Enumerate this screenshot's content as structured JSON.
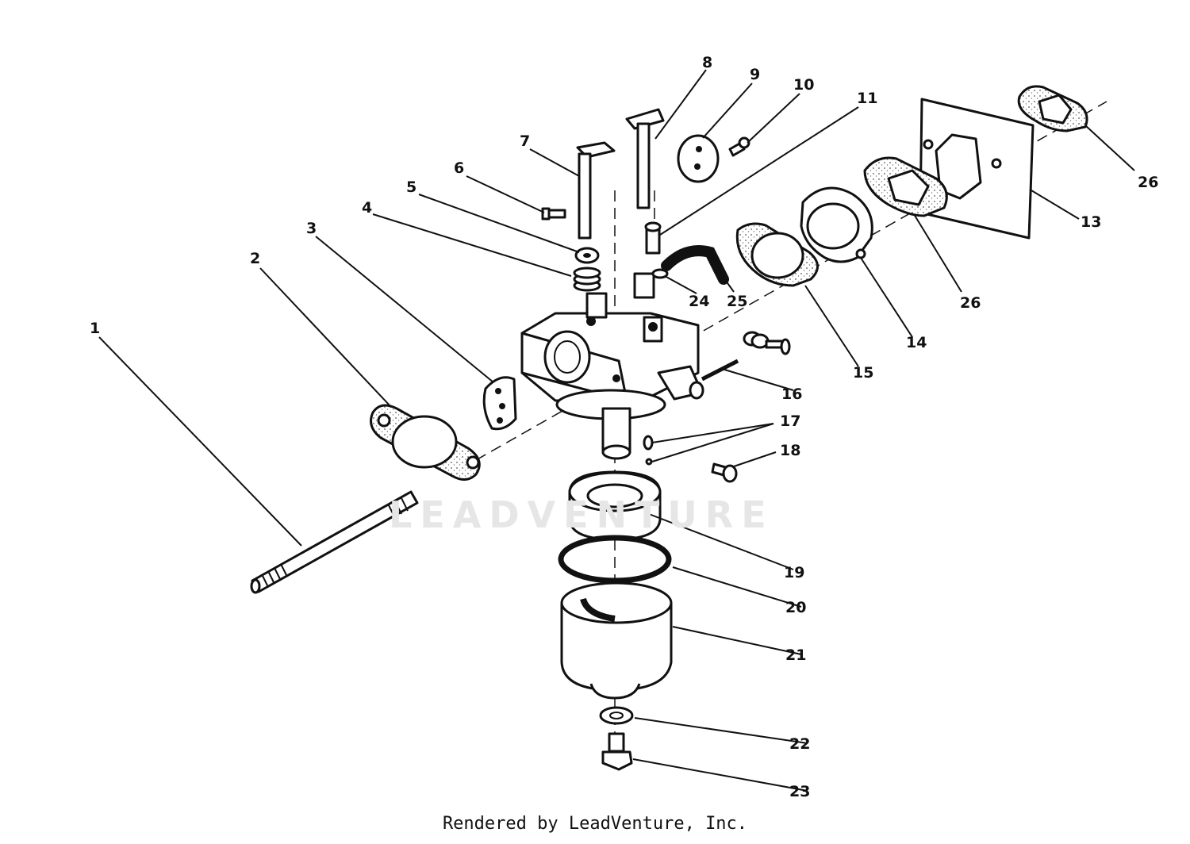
{
  "diagram": {
    "callouts": [
      {
        "id": "1",
        "text": "1"
      },
      {
        "id": "2",
        "text": "2"
      },
      {
        "id": "3",
        "text": "3"
      },
      {
        "id": "4",
        "text": "4"
      },
      {
        "id": "5",
        "text": "5"
      },
      {
        "id": "6",
        "text": "6"
      },
      {
        "id": "7",
        "text": "7"
      },
      {
        "id": "8",
        "text": "8"
      },
      {
        "id": "9",
        "text": "9"
      },
      {
        "id": "10",
        "text": "10"
      },
      {
        "id": "11",
        "text": "11"
      },
      {
        "id": "13",
        "text": "13"
      },
      {
        "id": "14",
        "text": "14"
      },
      {
        "id": "15",
        "text": "15"
      },
      {
        "id": "16",
        "text": "16"
      },
      {
        "id": "17",
        "text": "17"
      },
      {
        "id": "18",
        "text": "18"
      },
      {
        "id": "19",
        "text": "19"
      },
      {
        "id": "20",
        "text": "20"
      },
      {
        "id": "21",
        "text": "21"
      },
      {
        "id": "22",
        "text": "22"
      },
      {
        "id": "23",
        "text": "23"
      },
      {
        "id": "24",
        "text": "24"
      },
      {
        "id": "25",
        "text": "25"
      },
      {
        "id": "26a",
        "text": "26"
      },
      {
        "id": "26b",
        "text": "26"
      }
    ]
  },
  "watermark": "LEADVENTURE",
  "footer": "Rendered by LeadVenture, Inc."
}
